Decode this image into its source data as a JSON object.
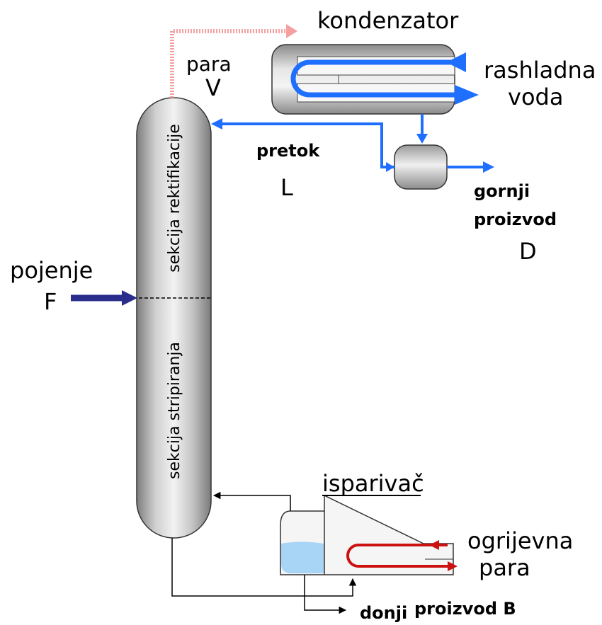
{
  "labels": {
    "kondenzator": "kondenzator",
    "para_top": "para",
    "para_symbol": "V",
    "rashladna": "rashladna",
    "voda": "voda",
    "pretok": "pretok",
    "pretok_symbol": "L",
    "gornji": "gornji",
    "proizvod_top": "proizvod",
    "distillate_symbol": "D",
    "pojenje": "pojenje",
    "feed_symbol": "F",
    "rectifying_section": "sekcija rektifikacije",
    "stripping_section": "sekcija stripiranja",
    "isparivac": "isparivač",
    "ogrijevna": "ogrijevna",
    "para_bottom": "para",
    "donji": "donji",
    "bottoms_product": "proizvod B"
  },
  "colors": {
    "vapor": "#f4a0a0",
    "cooling_water": "#1f6fff",
    "feed": "#2b2d8c",
    "steam": "#cc1111",
    "liquid": "#a8d4f5",
    "line": "#000000"
  }
}
